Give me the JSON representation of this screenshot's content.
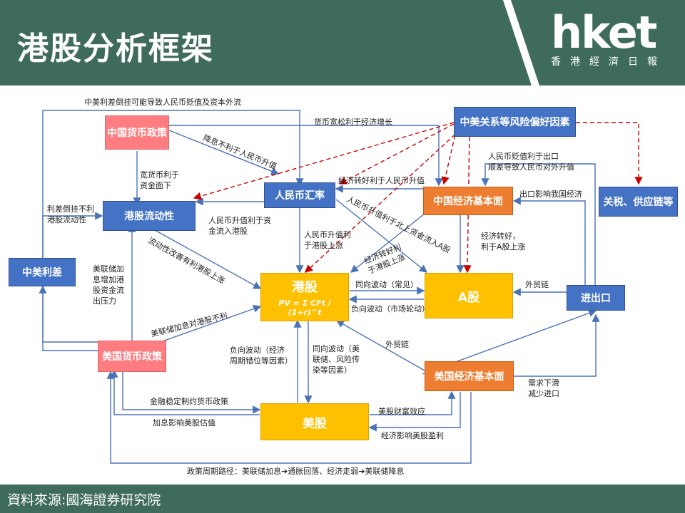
{
  "header": {
    "title": "港股分析框架",
    "logo_main": "hket",
    "logo_sub": "香港經濟日報",
    "bg_color": "#3e6b5c"
  },
  "nodes": {
    "cn_monetary": "中国货币政策",
    "hk_liquidity": "港股流动性",
    "rmb_rate": "人民币汇率",
    "cn_econ": "中国经济基本面",
    "us_cn_risk": "中美关系等风险偏好因素",
    "tariff": "关税、供应链等",
    "us_cn_spread": "中美利差",
    "hk_stocks": "港股",
    "pv_formula": "PV = Σ CFt / (1+r)^t",
    "a_shares": "A股",
    "import_export": "进出口",
    "us_monetary": "美国货币政策",
    "us_econ": "美国经济基本面",
    "us_stocks": "美股"
  },
  "labels": {
    "top_spread": "中美利差倒挂可能导致人民币贬值及资本外流",
    "easy_money": "货币宽松利于经济增长",
    "rate_cut": "降息不利于人民币升值",
    "loose_money": "宽货币利于\n资金面下",
    "spread_inverted": "利差倒挂不利\n港股流动性",
    "econ_good_rmb": "经济转好利于人民币升值",
    "rmb_depreciation": "人民币贬值利于出口\n顺差导致人民币对外升值",
    "export_impact": "出口影响我国经济",
    "rmb_capital": "人民币升值利于资\n金流入港股",
    "rmb_up_hk": "人民币升值利\n于港股上涨",
    "rmb_up_north": "人民币升值利于北上资金流入A股",
    "econ_good_hk": "经济转好利\n于港股上涨",
    "econ_good_a": "经济转好，\n利于A股上涨",
    "liquidity_improve": "流动性改善有利港股上涨",
    "fed_hike_outflow": "美联储加\n息增加港\n股资金流\n出压力",
    "same_dir": "同向波动（常见）",
    "opp_dir": "负向波动（市场轮动）",
    "trade_chain": "外贸链",
    "trade_chain2": "外贸链",
    "fed_hike_bad": "美联储加息对港股不利",
    "neg_vol": "负向波动（经济\n周期错位等因素）",
    "pos_vol": "同向波动（美\n联储、风险传\n染等因素）",
    "fin_stability": "金融稳定制约货币政策",
    "hike_valuation": "加息影响美股估值",
    "wealth_effect": "美股财富效应",
    "econ_profit": "经济影响美股盈利",
    "demand_slide": "需求下滑\n减少进口",
    "policy_path": "政策周期路径：美联储加息➔通胀回落、经济走弱➔美联储降息"
  },
  "footer": {
    "source": "資料來源:國海證券研究院"
  }
}
